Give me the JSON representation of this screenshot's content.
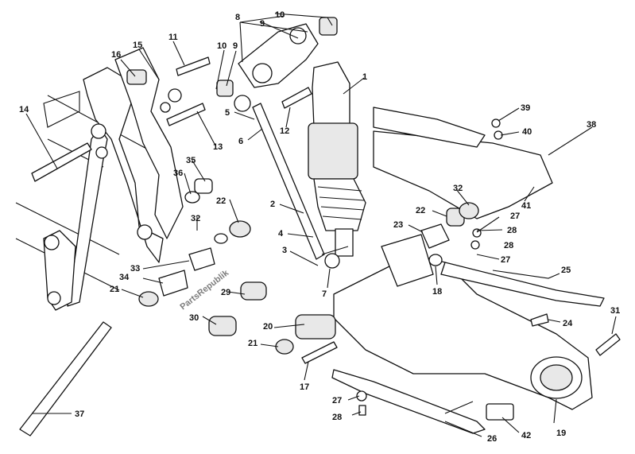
{
  "watermark": "PartsRepublik",
  "callouts": [
    {
      "id": "c1",
      "text": "1"
    },
    {
      "id": "c2",
      "text": "2"
    },
    {
      "id": "c3",
      "text": "3"
    },
    {
      "id": "c4",
      "text": "4"
    },
    {
      "id": "c5",
      "text": "5"
    },
    {
      "id": "c6",
      "text": "6"
    },
    {
      "id": "c7",
      "text": "7"
    },
    {
      "id": "c8",
      "text": "8"
    },
    {
      "id": "c9a",
      "text": "9"
    },
    {
      "id": "c9b",
      "text": "9"
    },
    {
      "id": "c10a",
      "text": "10"
    },
    {
      "id": "c10b",
      "text": "10"
    },
    {
      "id": "c11",
      "text": "11"
    },
    {
      "id": "c12",
      "text": "12"
    },
    {
      "id": "c13",
      "text": "13"
    },
    {
      "id": "c14",
      "text": "14"
    },
    {
      "id": "c15",
      "text": "15"
    },
    {
      "id": "c16",
      "text": "16"
    },
    {
      "id": "c17",
      "text": "17"
    },
    {
      "id": "c18",
      "text": "18"
    },
    {
      "id": "c19",
      "text": "19"
    },
    {
      "id": "c20",
      "text": "20"
    },
    {
      "id": "c21a",
      "text": "21"
    },
    {
      "id": "c21b",
      "text": "21"
    },
    {
      "id": "c22a",
      "text": "22"
    },
    {
      "id": "c22b",
      "text": "22"
    },
    {
      "id": "c23",
      "text": "23"
    },
    {
      "id": "c24",
      "text": "24"
    },
    {
      "id": "c25",
      "text": "25"
    },
    {
      "id": "c26",
      "text": "26"
    },
    {
      "id": "c27a",
      "text": "27"
    },
    {
      "id": "c27b",
      "text": "27"
    },
    {
      "id": "c27c",
      "text": "27"
    },
    {
      "id": "c28a",
      "text": "28"
    },
    {
      "id": "c28b",
      "text": "28"
    },
    {
      "id": "c28c",
      "text": "28"
    },
    {
      "id": "c29",
      "text": "29"
    },
    {
      "id": "c30",
      "text": "30"
    },
    {
      "id": "c31",
      "text": "31"
    },
    {
      "id": "c32a",
      "text": "32"
    },
    {
      "id": "c32b",
      "text": "32"
    },
    {
      "id": "c33",
      "text": "33"
    },
    {
      "id": "c34",
      "text": "34"
    },
    {
      "id": "c35",
      "text": "35"
    },
    {
      "id": "c36",
      "text": "36"
    },
    {
      "id": "c37",
      "text": "37"
    },
    {
      "id": "c38",
      "text": "38"
    },
    {
      "id": "c39",
      "text": "39"
    },
    {
      "id": "c40",
      "text": "40"
    },
    {
      "id": "c41",
      "text": "41"
    },
    {
      "id": "c42",
      "text": "42"
    }
  ]
}
